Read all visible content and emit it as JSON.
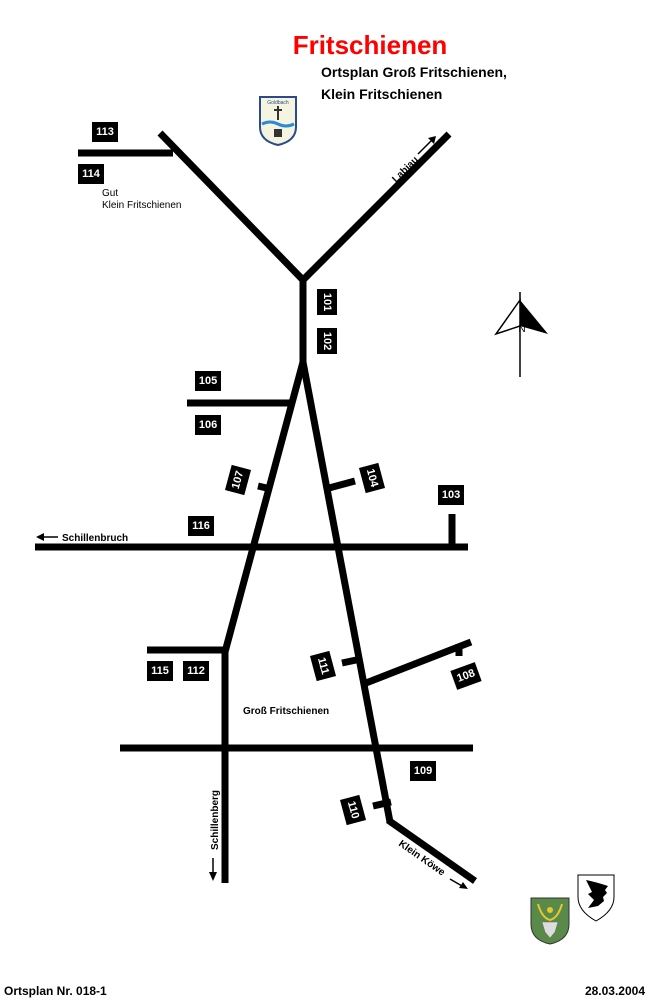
{
  "title": "Fritschienen",
  "subtitle_line1": "Ortsplan Groß Fritschienen,",
  "subtitle_line2": "Klein Fritschienen",
  "crest_top_label": "Goldbach",
  "places": {
    "gut": "Gut",
    "klein": "Klein Fritschienen",
    "gross": "Groß Fritschienen"
  },
  "directions": {
    "labiau": "Labiau",
    "schillenbruch": "Schillenbruch",
    "schillenberg": "Schillenberg",
    "klein_koewe": "Klein Köwe"
  },
  "compass": "N",
  "markers": [
    "101",
    "102",
    "103",
    "104",
    "105",
    "106",
    "107",
    "108",
    "109",
    "110",
    "111",
    "112",
    "113",
    "114",
    "115",
    "116"
  ],
  "footer": {
    "plan_no": "Ortsplan Nr. 018-1",
    "date": "28.03.2004"
  },
  "colors": {
    "title": "#ff0000",
    "road": "#000000",
    "crest_green": "#5a8a4a"
  }
}
